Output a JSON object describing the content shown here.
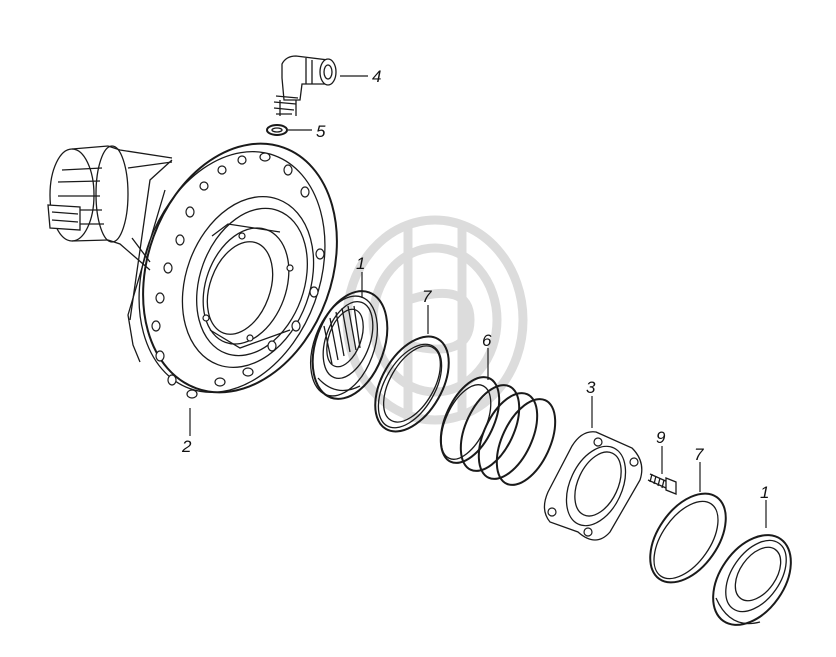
{
  "diagram": {
    "colors": {
      "ink": "#1a1a1a",
      "paper": "#ffffff",
      "watermark": "#dcdcdc"
    },
    "callouts": [
      {
        "id": "c-4",
        "label": "4"
      },
      {
        "id": "c-5",
        "label": "5"
      },
      {
        "id": "c-1a",
        "label": "1"
      },
      {
        "id": "c-7a",
        "label": "7"
      },
      {
        "id": "c-6",
        "label": "6"
      },
      {
        "id": "c-3",
        "label": "3"
      },
      {
        "id": "c-2",
        "label": "2"
      },
      {
        "id": "c-9",
        "label": "9"
      },
      {
        "id": "c-7b",
        "label": "7"
      },
      {
        "id": "c-1b",
        "label": "1"
      }
    ]
  }
}
